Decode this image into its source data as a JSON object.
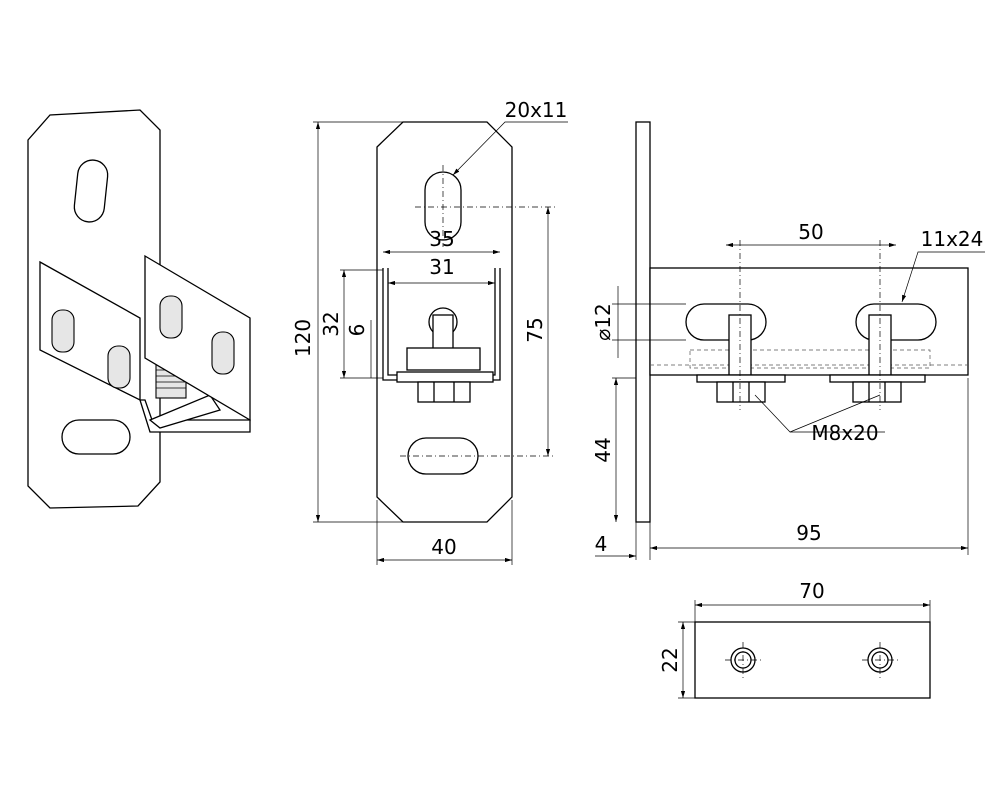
{
  "drawing": {
    "front_view": {
      "slot_label": "20x11",
      "width_outer": "35",
      "width_inner": "31",
      "height_total": "120",
      "bracket_height": "32",
      "base_thickness": "6",
      "slot_spacing": "75",
      "plate_width": "40"
    },
    "side_view": {
      "slot_spacing": "50",
      "slot_label": "11x24",
      "diameter_symbol": "⌀",
      "diameter": "12",
      "bolt_label": "M8x20",
      "offset": "44",
      "plate_thickness": "4",
      "arm_length": "95"
    },
    "bottom_view": {
      "length": "70",
      "width": "22"
    }
  }
}
